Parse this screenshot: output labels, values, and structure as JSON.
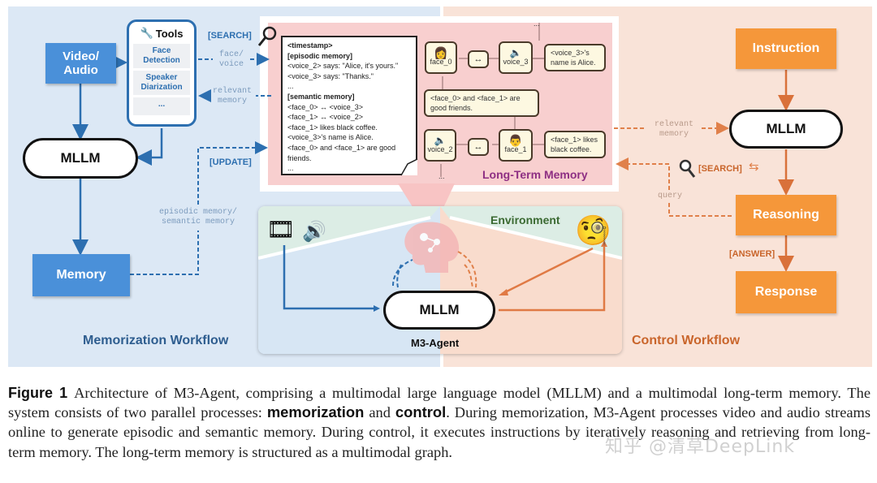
{
  "memorization": {
    "video_audio_label": "Video/\nAudio",
    "mllm_label": "MLLM",
    "memory_label": "Memory",
    "tools": {
      "title": "Tools",
      "items": [
        "Face Detection",
        "Speaker Diarization",
        "..."
      ]
    },
    "search_tag": "[SEARCH]",
    "update_tag": "[UPDATE]",
    "edge_face_voice": "face/\nvoice",
    "edge_relevant_memory": "relevant\nmemory",
    "edge_episodic_semantic": "episodic memory/\nsemantic memory",
    "workflow_title": "Memorization Workflow",
    "accent_color": "#4a90d9"
  },
  "memory_note": {
    "lines": [
      {
        "text": "<timestamp>",
        "bold": true
      },
      {
        "text": "[episodic memory]",
        "bold": true
      },
      {
        "text": "<voice_2> says: \"Alice, it's yours.\"",
        "bold": false
      },
      {
        "text": "<voice_3> says: \"Thanks.\"",
        "bold": false
      },
      {
        "text": "...",
        "bold": false
      },
      {
        "text": "[semantic memory]",
        "bold": true
      },
      {
        "text": "<face_0> ↔ <voice_3>",
        "bold": false
      },
      {
        "text": "<face_1> ↔ <voice_2>",
        "bold": false
      },
      {
        "text": "<face_1> likes black coffee.",
        "bold": false
      },
      {
        "text": "<voice_3>'s name is Alice.",
        "bold": false
      },
      {
        "text": "<face_0> and <face_1> are good friends.",
        "bold": false
      },
      {
        "text": "...",
        "bold": false
      }
    ]
  },
  "graph": {
    "face_0": "face_0",
    "voice_3": "voice_3",
    "voice_2": "voice_2",
    "face_1": "face_1",
    "link_symbol": "↔",
    "ellipsis": "...",
    "fact_voice3": "<voice_3>'s name is Alice.",
    "fact_friends": "<face_0> and <face_1> are good friends.",
    "fact_face1": "<face_1> likes black coffee.",
    "title": "Long-Term Memory"
  },
  "environment": {
    "title": "Environment",
    "agent_label": "M3-Agent",
    "mllm_label": "MLLM"
  },
  "control": {
    "instruction_label": "Instruction",
    "mllm_label": "MLLM",
    "reasoning_label": "Reasoning",
    "response_label": "Response",
    "edge_relevant_memory": "relevant\nmemory",
    "search_tag": "[SEARCH]",
    "edge_query": "query",
    "answer_tag": "[ANSWER]",
    "workflow_title": "Control Workflow",
    "accent_color": "#f5973a"
  },
  "caption": {
    "figure_label": "Figure 1",
    "part1": "Architecture of M3-Agent, comprising a multimodal large language model (MLLM) and a multimodal long-term memory. The system consists of two parallel processes: ",
    "kw1": "memorization",
    "part2": " and ",
    "kw2": "control",
    "part3": ". During memorization, M3-Agent processes video and audio streams online to generate episodic and semantic memory. During control, it executes instructions by iteratively reasoning and retrieving from long-term memory. The long-term memory is structured as a multimodal graph."
  },
  "watermark": "知乎 @清草DeepLink"
}
